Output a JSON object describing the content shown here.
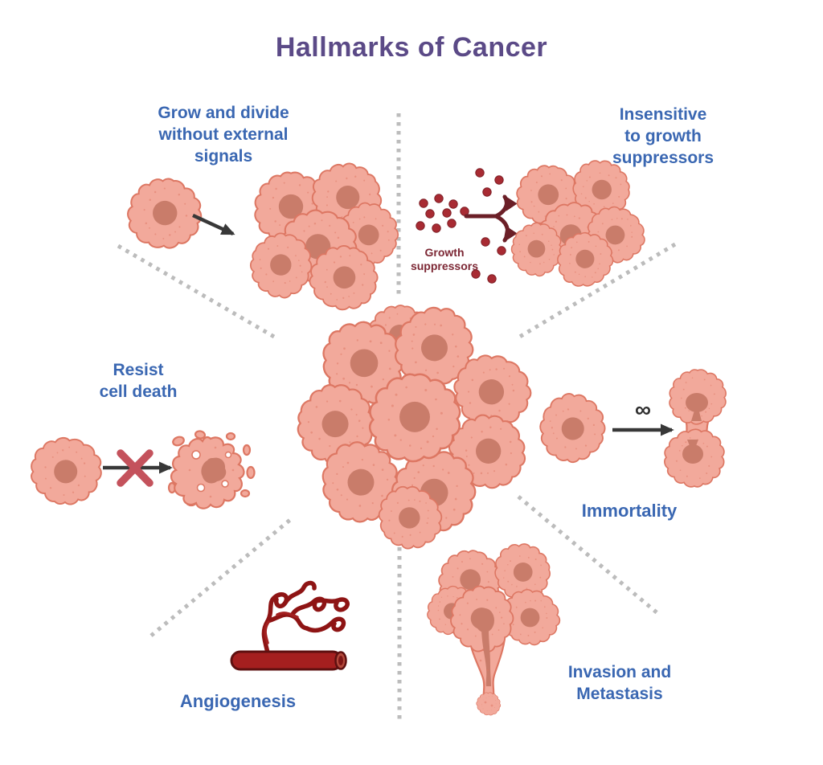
{
  "title": "Hallmarks of Cancer",
  "labels": {
    "grow": "Grow and divide\nwithout external\nsignals",
    "insensitive": "Insensitive\nto growth\nsuppressors",
    "resist": "Resist\ncell death",
    "immortality": "Immortality",
    "angiogenesis": "Angiogenesis",
    "invasion": "Invasion and\nMetastasis",
    "growth_suppressors_annotation": "Growth\nsuppressors",
    "infinity_symbol": "∞"
  },
  "colors": {
    "background": "#ffffff",
    "title": "#5b4a87",
    "hallmark_label": "#3a67b2",
    "annotation_red": "#7c2734",
    "cell_body": "#f2a99b",
    "cell_outline": "#dd7763",
    "cell_nucleus": "#c97c6a",
    "suppressor_dot": "#a82b33",
    "block_arrow": "#6b1f27",
    "arrow_dark": "#383838",
    "x_mark": "#c4525c",
    "vessel_red": "#a51f1f",
    "dotted_line": "#bcbcbc"
  }
}
